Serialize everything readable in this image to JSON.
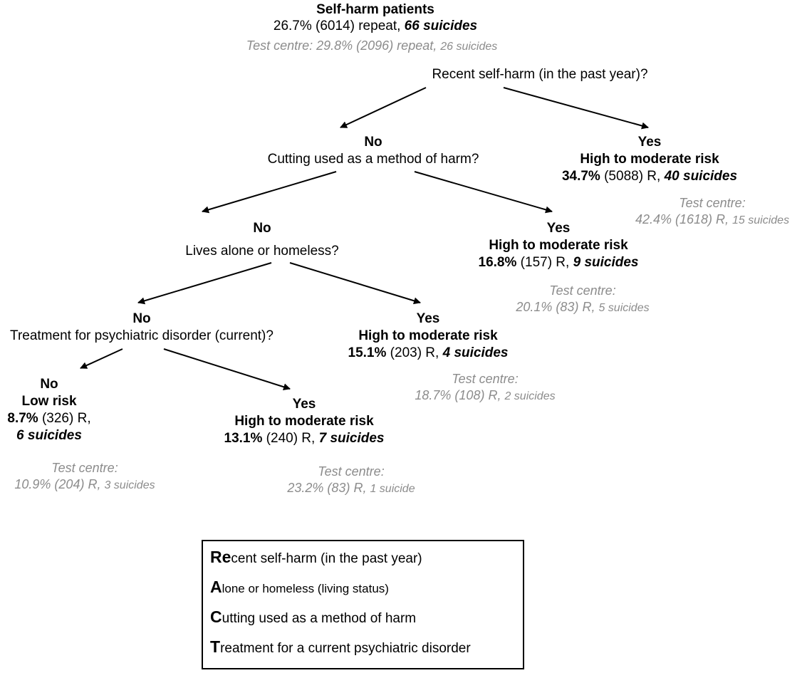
{
  "root": {
    "title": "Self-harm patients",
    "stats_plain": "26.7% (6014) repeat, ",
    "stats_suicides": "66 suicides",
    "test_pct": "Test centre: 29.8% (2096) repeat, ",
    "test_suicides": "26 suicides"
  },
  "q1": {
    "question": "Recent self-harm (in the past year)?"
  },
  "n1_yes": {
    "branch": "Yes",
    "risk": "High to moderate risk",
    "pct": "34.7%",
    "count": " (5088) R, ",
    "suicides": "40 suicides",
    "test_label": "Test centre:",
    "test_pct": "42.4% (1618) R, ",
    "test_suicides": "15 suicides"
  },
  "n1_no": {
    "branch": "No",
    "question": "Cutting used as a method of harm?"
  },
  "n2_yes": {
    "branch": "Yes",
    "risk": "High to moderate risk",
    "pct": "16.8%",
    "count": " (157) R, ",
    "suicides": "9 suicides",
    "test_label": "Test centre:",
    "test_pct": "20.1% (83) R, ",
    "test_suicides": "5 suicides"
  },
  "n2_no": {
    "branch": "No",
    "question": "Lives alone or homeless?"
  },
  "n3_yes": {
    "branch": "Yes",
    "risk": "High to moderate risk",
    "pct": "15.1%",
    "count": " (203) R, ",
    "suicides": "4 suicides",
    "test_label": "Test centre:",
    "test_pct": "18.7% (108) R, ",
    "test_suicides": "2 suicides"
  },
  "n3_no": {
    "branch": "No",
    "question": "Treatment for psychiatric disorder (current)?"
  },
  "n4_no": {
    "branch": "No",
    "risk": "Low risk",
    "pct": "8.7%",
    "count": " (326) R,",
    "suicides": "6 suicides",
    "test_label": "Test centre:",
    "test_pct": "10.9% (204) R, ",
    "test_suicides": "3 suicides"
  },
  "n4_yes": {
    "branch": "Yes",
    "risk": "High to moderate risk",
    "pct": "13.1%",
    "count": " (240) R, ",
    "suicides": "7 suicides",
    "test_label": "Test centre:",
    "test_pct": "23.2% (83) R, ",
    "test_suicides": "1 suicide"
  },
  "legend": [
    {
      "cap": "Re",
      "rest": "cent self-harm (in the past year)"
    },
    {
      "cap": "A",
      "rest": "lone or homeless (living status)"
    },
    {
      "cap": "C",
      "rest": "utting used as a method of harm"
    },
    {
      "cap": "T",
      "rest": "reatment for a current psychiatric disorder"
    }
  ],
  "colors": {
    "text": "#000000",
    "test_centre": "#8c8c8c"
  }
}
